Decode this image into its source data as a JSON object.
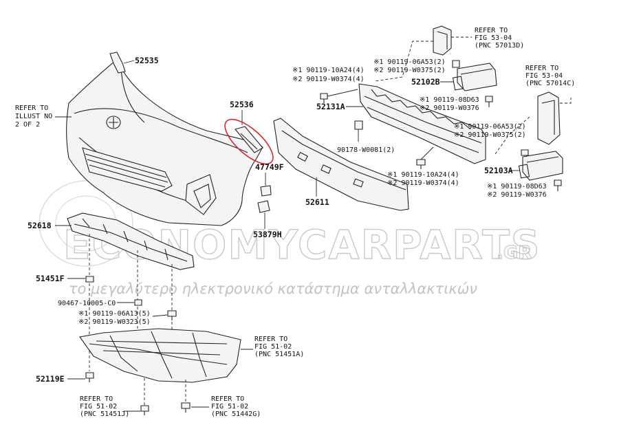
{
  "diagram": {
    "watermark": {
      "brand": "ECONOMYCARPARTS",
      "domain": ".GR",
      "tagline": "το μεγαλύτερο ηλεκτρονικό κατάστημα ανταλλακτικών"
    },
    "parts": {
      "p52535": "52535",
      "p52536": "52536",
      "p47749f": "47749F",
      "p53879h": "53879H",
      "p52611": "52611",
      "p52618": "52618",
      "p51451f": "51451F",
      "p90467": "90467-10005-C0",
      "p90119_06a13": "※1 90119-06A13(5)",
      "p90119_w0323": "※2 90119-W0323(5)",
      "p52119e": "52119E",
      "p52131a": "52131A",
      "p90178": "90178-W0081(2)",
      "p52102b": "52102B",
      "p52103a": "52103A",
      "lt_10a24": "※1 90119-10A24(4)",
      "lt_w0374": "※2 90119-W0374(4)",
      "lb_10a24": "※1 90119-10A24(4)",
      "lb_w0374": "※2 90119-W0374(4)",
      "ul_06a53": "※1 90119-06A53(2)",
      "ul_w0375": "※2 90119-W0375(2)",
      "ul_08d63": "※1 90119-08D63",
      "ul_w0376": "※2 90119-W0376",
      "r_06a53": "※1 90119-06A53(2)",
      "r_w0375": "※2 90119-W0375(2)",
      "r_08d63": "※1 90119-08D63",
      "r_w0376": "※2 90119-W0376"
    },
    "refs": {
      "illust": [
        "REFER TO",
        "ILLUST NO",
        "2 OF 2"
      ],
      "fig53_57013d": [
        "REFER TO",
        "FIG 53-04",
        "(PNC 57013D)"
      ],
      "fig53_57014c": [
        "REFER TO",
        "FIG 53-04",
        "(PNC 57014C)"
      ],
      "fig51_51451a": [
        "REFER TO",
        "FIG 51-02",
        "(PNC 51451A)"
      ],
      "fig51_51451j": [
        "REFER TO",
        "FIG 51-02",
        "(PNC 51451J)"
      ],
      "fig51_51442g": [
        "REFER TO",
        "FIG 51-02",
        "(PNC 51442G)"
      ]
    },
    "highlight_color": "#d9262c"
  }
}
